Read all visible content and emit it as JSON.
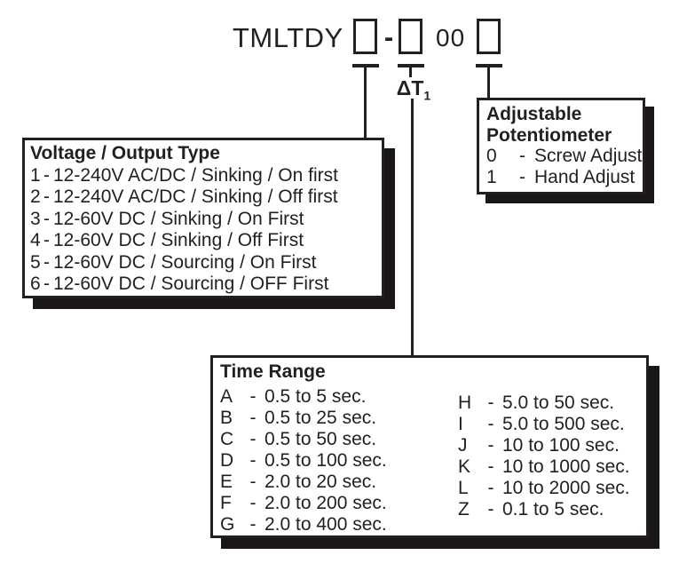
{
  "colors": {
    "ink": "#231f20",
    "paper": "#ffffff",
    "shadow": "#1b1718"
  },
  "dash_glyph": "-",
  "model": {
    "prefix": "TMLTDY",
    "dash": "-",
    "mid": "00"
  },
  "delta": {
    "base": "ΔT",
    "sub": "1"
  },
  "voltage": {
    "title": "Voltage / Output Type",
    "options": [
      {
        "code": "1",
        "desc": "12-240V AC/DC / Sinking / On first"
      },
      {
        "code": "2",
        "desc": "12-240V AC/DC / Sinking / Off first"
      },
      {
        "code": "3",
        "desc": "12-60V DC / Sinking / On First"
      },
      {
        "code": "4",
        "desc": "12-60V DC / Sinking / Off First"
      },
      {
        "code": "5",
        "desc": "12-60V DC / Sourcing / On First"
      },
      {
        "code": "6",
        "desc": "12-60V DC / Sourcing / OFF First"
      }
    ]
  },
  "potentiometer": {
    "title_line1": "Adjustable",
    "title_line2": "Potentiometer",
    "options": [
      {
        "code": "0",
        "desc": "Screw Adjust"
      },
      {
        "code": "1",
        "desc": "Hand Adjust"
      }
    ]
  },
  "time_range": {
    "title": "Time Range",
    "left_options": [
      {
        "code": "A",
        "desc": "0.5 to 5 sec."
      },
      {
        "code": "B",
        "desc": "0.5 to 25 sec."
      },
      {
        "code": "C",
        "desc": "0.5 to 50 sec."
      },
      {
        "code": "D",
        "desc": "0.5 to 100 sec."
      },
      {
        "code": "E",
        "desc": "2.0 to 20 sec."
      },
      {
        "code": "F",
        "desc": "2.0 to 200 sec."
      },
      {
        "code": "G",
        "desc": "2.0 to 400 sec."
      }
    ],
    "right_options": [
      {
        "code": "H",
        "desc": "5.0 to 50 sec."
      },
      {
        "code": "I",
        "desc": "5.0 to 500 sec."
      },
      {
        "code": "J",
        "desc": "10 to 100 sec."
      },
      {
        "code": "K",
        "desc": "10 to 1000 sec."
      },
      {
        "code": "L",
        "desc": "10 to 2000 sec."
      },
      {
        "code": "Z",
        "desc": "0.1 to 5 sec."
      }
    ]
  }
}
